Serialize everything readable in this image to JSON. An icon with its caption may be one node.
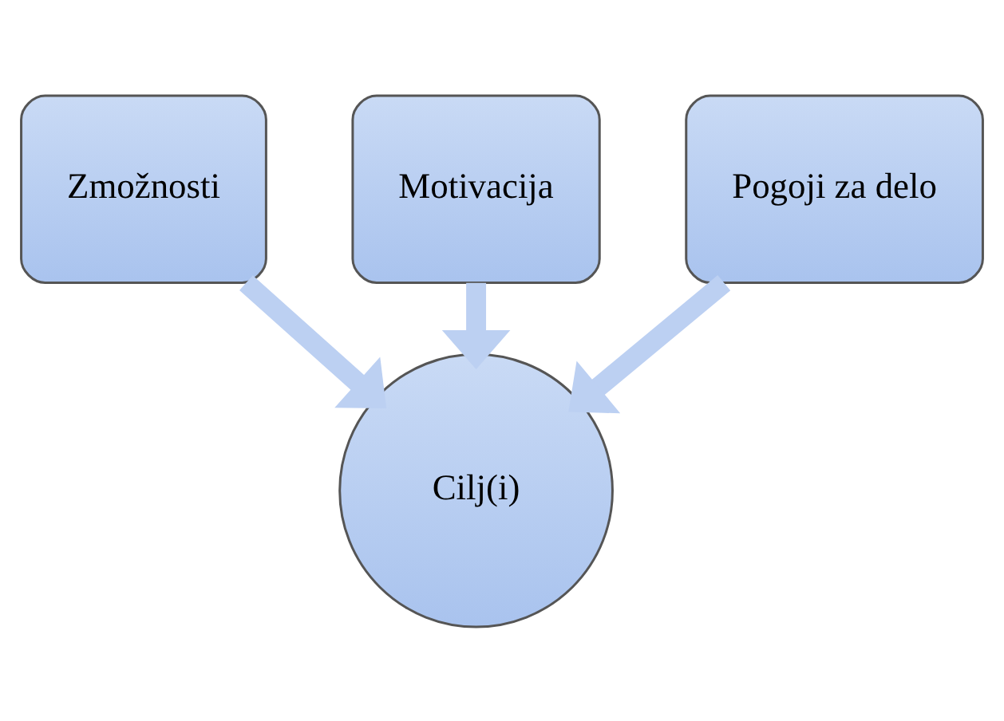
{
  "diagram": {
    "nodes": [
      {
        "text": [
          "Zmožnosti"
        ]
      },
      {
        "text": [
          "Motivacija"
        ]
      },
      {
        "text": [
          "Pogoji za delo"
        ]
      },
      {
        "text": [
          "Cilj(i)"
        ]
      }
    ],
    "edges": [
      {
        "from": 0,
        "to": 3,
        "arrow": "to"
      },
      {
        "from": 1,
        "to": 3,
        "arrow": "to"
      },
      {
        "from": 2,
        "to": 3,
        "arrow": "to"
      }
    ]
  }
}
